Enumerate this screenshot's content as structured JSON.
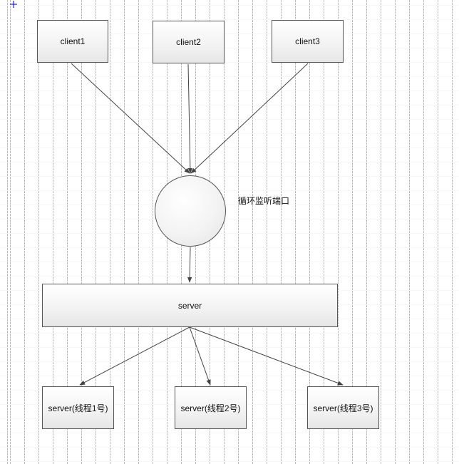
{
  "clients": [
    {
      "label": "client1"
    },
    {
      "label": "client2"
    },
    {
      "label": "client3"
    }
  ],
  "listener": {
    "label": "循环监听端口"
  },
  "server": {
    "label": "server"
  },
  "workers": [
    {
      "label": "server(线程1号)"
    },
    {
      "label": "server(线程2号)"
    },
    {
      "label": "server(线程3号)"
    }
  ],
  "colors": {
    "grid": "#bdbdbd",
    "stroke": "#555555",
    "edge": "#444444",
    "corner_mark": "#1a1aff"
  }
}
